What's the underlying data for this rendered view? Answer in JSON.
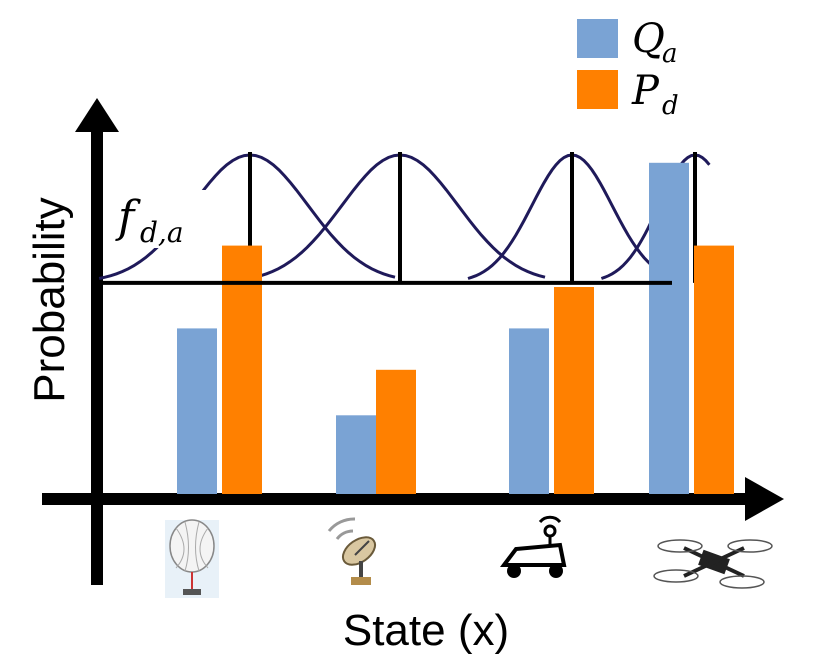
{
  "chart_data": {
    "type": "bar",
    "ylabel": "Probability",
    "xlabel": "State (x)",
    "categories": [
      "balloon-icon",
      "satellite-dish-icon",
      "rover-icon",
      "drone-icon"
    ],
    "series": [
      {
        "name": "Q_a",
        "label_main": "Q",
        "label_sub": "a",
        "color": "#7aa3d4",
        "values": [
          0.4,
          0.19,
          0.4,
          0.8
        ]
      },
      {
        "name": "P_d",
        "label_main": "P",
        "label_sub": "d",
        "color": "#ff8000",
        "values": [
          0.6,
          0.3,
          0.5,
          0.6
        ]
      }
    ],
    "threshold": 0.51,
    "density_curve": {
      "label_main": "f",
      "label_sub": "d,a",
      "color": "#1f1a5a",
      "peaks_at_categories": [
        0,
        1,
        2,
        3
      ]
    },
    "ylim": [
      0,
      1
    ],
    "grid": false,
    "legend": "top-right"
  }
}
